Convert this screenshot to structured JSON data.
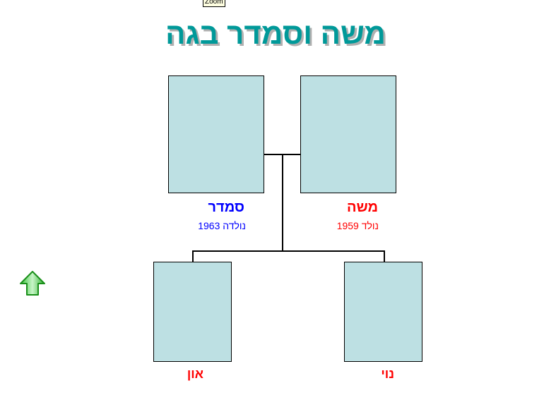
{
  "tooltip": "Zoom",
  "title": "משה וסמדר בגה",
  "parents": [
    {
      "name": "סמדר",
      "born": "נולדה 1963",
      "color": "#0000ff"
    },
    {
      "name": "משה",
      "born": "נולד 1959",
      "color": "#ff0000"
    }
  ],
  "children": [
    {
      "name": "און"
    },
    {
      "name": "נוי"
    }
  ],
  "nav": {
    "icon": "up-arrow-icon"
  }
}
